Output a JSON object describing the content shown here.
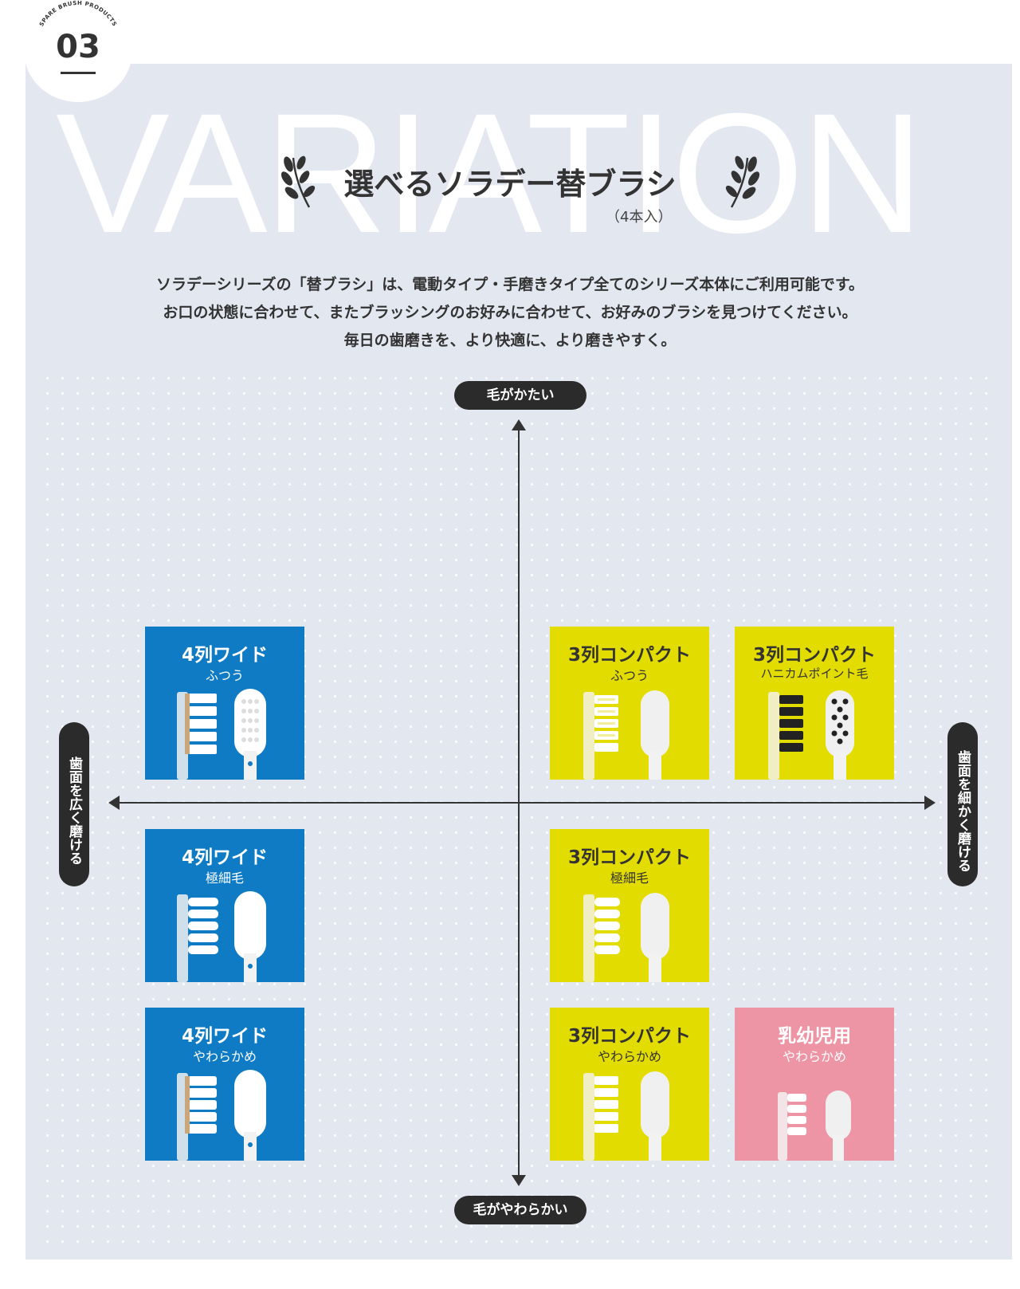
{
  "badge": {
    "number": "03",
    "arc_text": "SPARE BRUSH PRODUCTS"
  },
  "hero_word": "VARIATION",
  "title": "選べるソラデー替ブラシ",
  "subtitle": "（4本入）",
  "description": [
    "ソラデーシリーズの「替ブラシ」は、電動タイプ・手磨きタイプ全てのシリーズ本体にご利用可能です。",
    "お口の状態に合わせて、またブラッシングのお好みに合わせて、お好みのブラシを見つけてください。",
    "毎日の歯磨きを、より快適に、より磨きやすく。"
  ],
  "axes": {
    "top": "毛がかたい",
    "bottom": "毛がやわらかい",
    "left": "歯面を広く磨ける",
    "right": "歯面を細かく磨ける"
  },
  "colors": {
    "blue": "#0e7bc4",
    "yellow": "#e3dc00",
    "pink": "#ed95a5",
    "panel": "#e3e8f0"
  },
  "products": {
    "wide_normal": {
      "title": "4列ワイド",
      "sub": "ふつう"
    },
    "wide_fine": {
      "title": "4列ワイド",
      "sub": "極細毛"
    },
    "wide_soft": {
      "title": "4列ワイド",
      "sub": "やわらかめ"
    },
    "compact_normal": {
      "title": "3列コンパクト",
      "sub": "ふつう"
    },
    "compact_honeycomb": {
      "title": "3列コンパクト",
      "sub": "ハニカムポイント毛"
    },
    "compact_fine": {
      "title": "3列コンパクト",
      "sub": "極細毛"
    },
    "compact_soft": {
      "title": "3列コンパクト",
      "sub": "やわらかめ"
    },
    "infant_soft": {
      "title": "乳幼児用",
      "sub": "やわらかめ"
    }
  }
}
